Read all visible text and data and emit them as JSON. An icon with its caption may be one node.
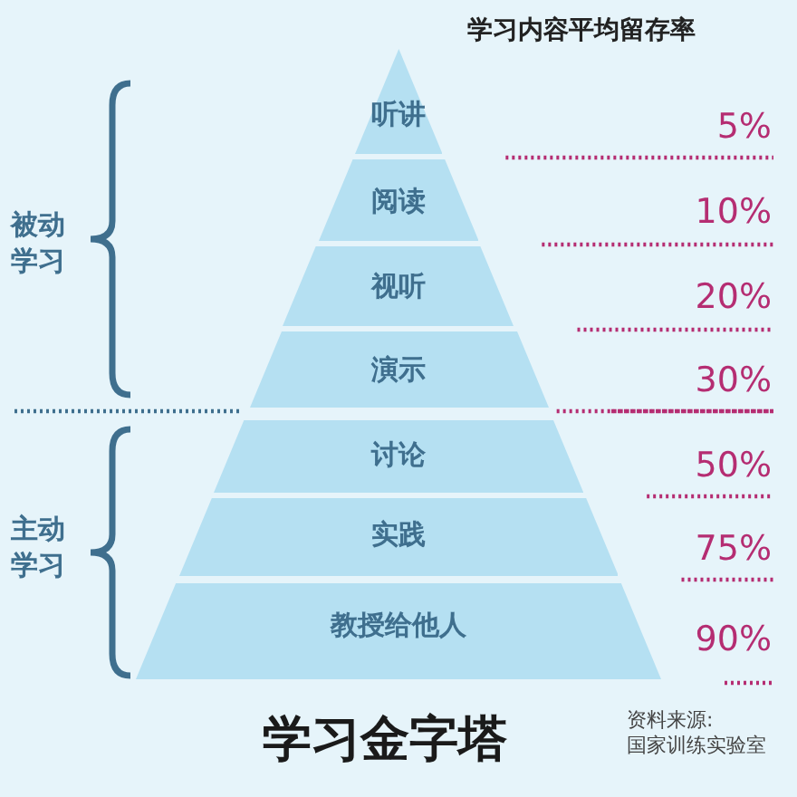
{
  "diagram": {
    "title": "学习金字塔",
    "nodes": [
      {
        "text": [
          "听讲"
        ]
      },
      {
        "text": [
          "阅读"
        ]
      },
      {
        "text": [
          "视听"
        ]
      },
      {
        "text": [
          "演示"
        ]
      },
      {
        "text": [
          "讨论"
        ]
      },
      {
        "text": [
          "实践"
        ]
      },
      {
        "text": [
          "教授给他人"
        ]
      }
    ],
    "labels": [
      "学习内容平均留存率",
      "5%",
      "被动学习",
      "10%",
      "20%",
      "30%",
      "50%",
      "主动学习",
      "75%",
      "90%",
      "资料来源:",
      "国家训练实验室"
    ]
  }
}
